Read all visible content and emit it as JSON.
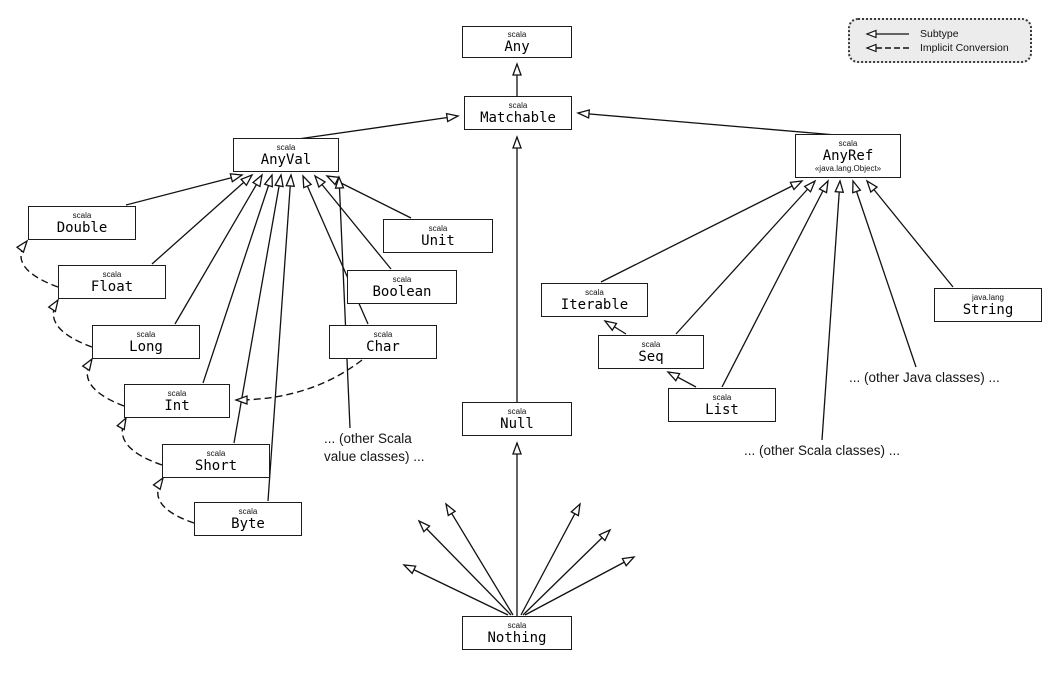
{
  "nodes": {
    "any": {
      "pkg": "scala",
      "name": "Any"
    },
    "matchable": {
      "pkg": "scala",
      "name": "Matchable"
    },
    "anyval": {
      "pkg": "scala",
      "name": "AnyVal"
    },
    "anyref": {
      "pkg": "scala",
      "name": "AnyRef",
      "sub": "«java.lang.Object»"
    },
    "double": {
      "pkg": "scala",
      "name": "Double"
    },
    "float": {
      "pkg": "scala",
      "name": "Float"
    },
    "long": {
      "pkg": "scala",
      "name": "Long"
    },
    "int": {
      "pkg": "scala",
      "name": "Int"
    },
    "short": {
      "pkg": "scala",
      "name": "Short"
    },
    "byte": {
      "pkg": "scala",
      "name": "Byte"
    },
    "unit": {
      "pkg": "scala",
      "name": "Unit"
    },
    "boolean": {
      "pkg": "scala",
      "name": "Boolean"
    },
    "char": {
      "pkg": "scala",
      "name": "Char"
    },
    "null": {
      "pkg": "scala",
      "name": "Null"
    },
    "nothing": {
      "pkg": "scala",
      "name": "Nothing"
    },
    "iterable": {
      "pkg": "scala",
      "name": "Iterable"
    },
    "seq": {
      "pkg": "scala",
      "name": "Seq"
    },
    "list": {
      "pkg": "scala",
      "name": "List"
    },
    "string": {
      "pkg": "java.lang",
      "name": "String"
    }
  },
  "notes": {
    "scala_value_classes_line1": "... (other Scala",
    "scala_value_classes_line2": "value classes) ...",
    "scala_classes": "... (other Scala classes) ...",
    "java_classes": "... (other Java classes) ..."
  },
  "legend": {
    "subtype": "Subtype",
    "implicit_conversion": "Implicit Conversion"
  },
  "colors": {
    "line": "#111111",
    "box_border": "#1c1c1c",
    "background": "#ffffff",
    "legend_background": "#ececec"
  }
}
